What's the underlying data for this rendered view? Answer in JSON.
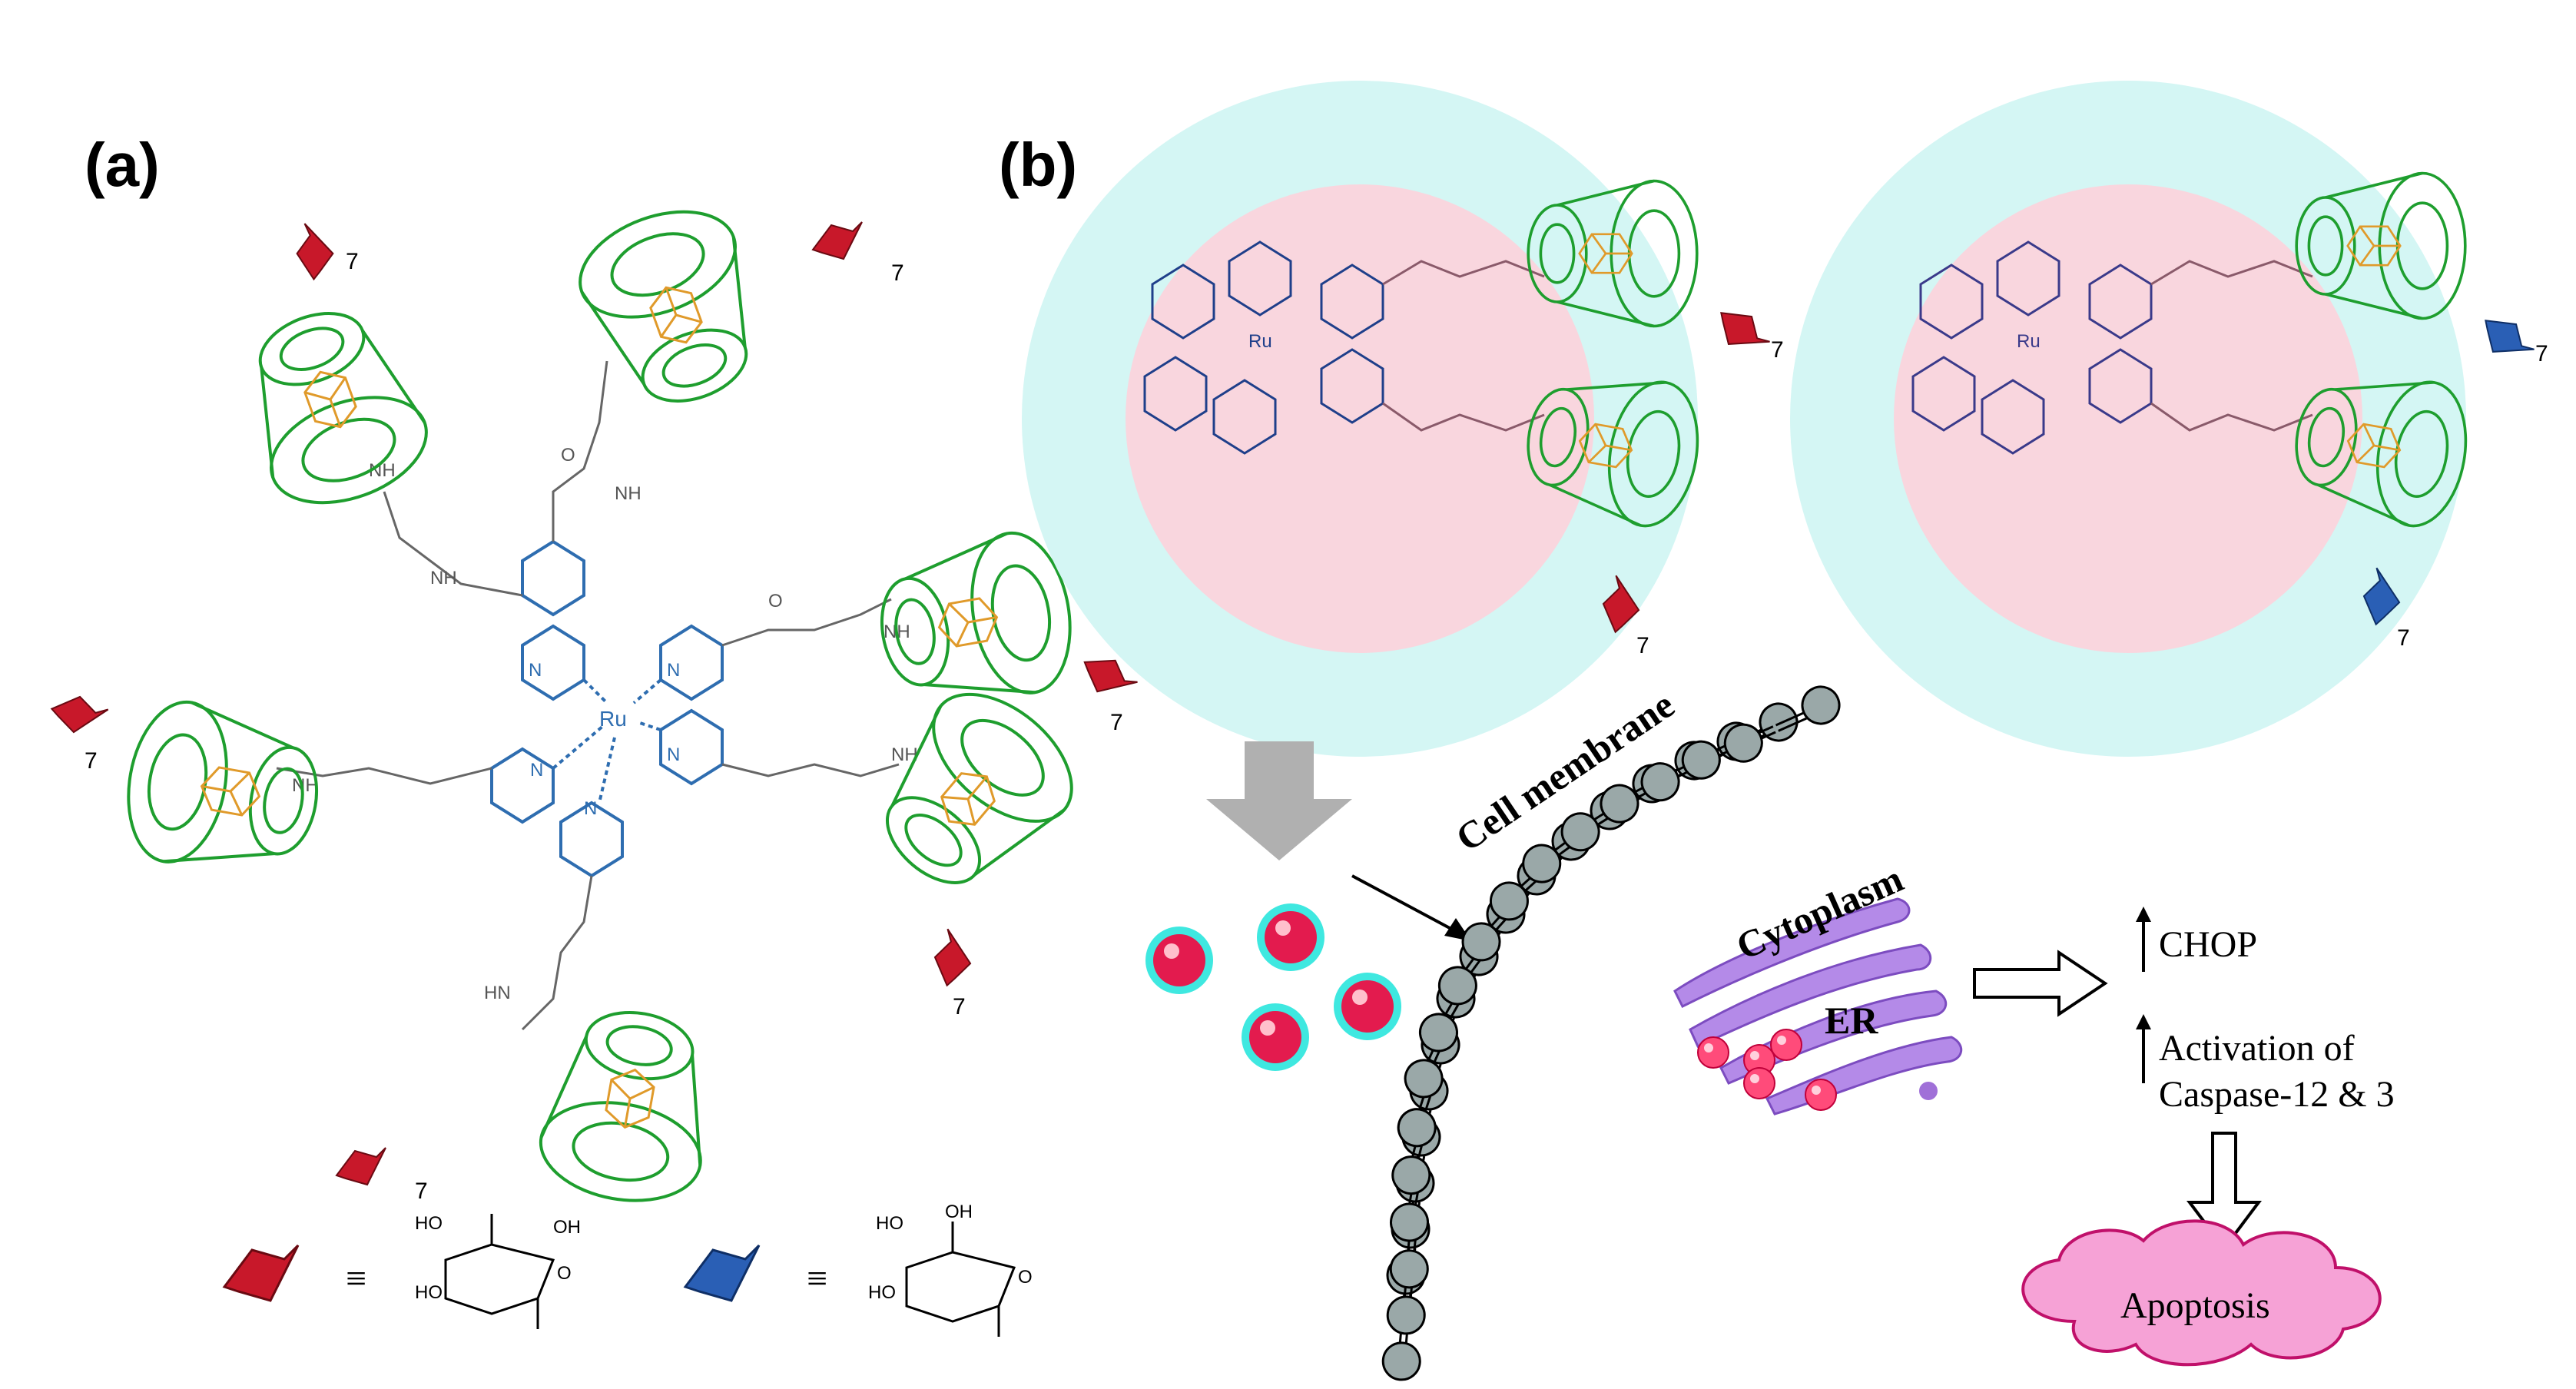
{
  "panels": {
    "a": "(a)",
    "b": "(b)"
  },
  "atoms": {
    "ru": "Ru",
    "n": "N",
    "nh": "NH",
    "h": "H",
    "o": "O",
    "hn": "HN",
    "ho": "HO",
    "oh": "OH"
  },
  "multiplicity": "7",
  "equiv_symbol": "≡",
  "labels": {
    "cell_membrane": "Cell membrane",
    "cytoplasm": "Cytoplasm",
    "er": "ER",
    "chop": "CHOP",
    "activation_line1": "Activation of",
    "activation_line2": "Caspase-12 & 3",
    "apoptosis": "Apoptosis"
  },
  "colors": {
    "ruthenium_core": "#2e6db0",
    "cyclodextrin": "#1e9e2e",
    "adamantane": "#e09a2a",
    "mannose_red": "#c8182a",
    "mannose_blue": "#2a5fb5",
    "shell_cyan": "#d4f6f4",
    "core_pink": "#f9d6de",
    "membrane_gray": "#9aa8a8",
    "er_purple": "#a77be0",
    "apoptosis_pink": "#f6a2d6"
  }
}
